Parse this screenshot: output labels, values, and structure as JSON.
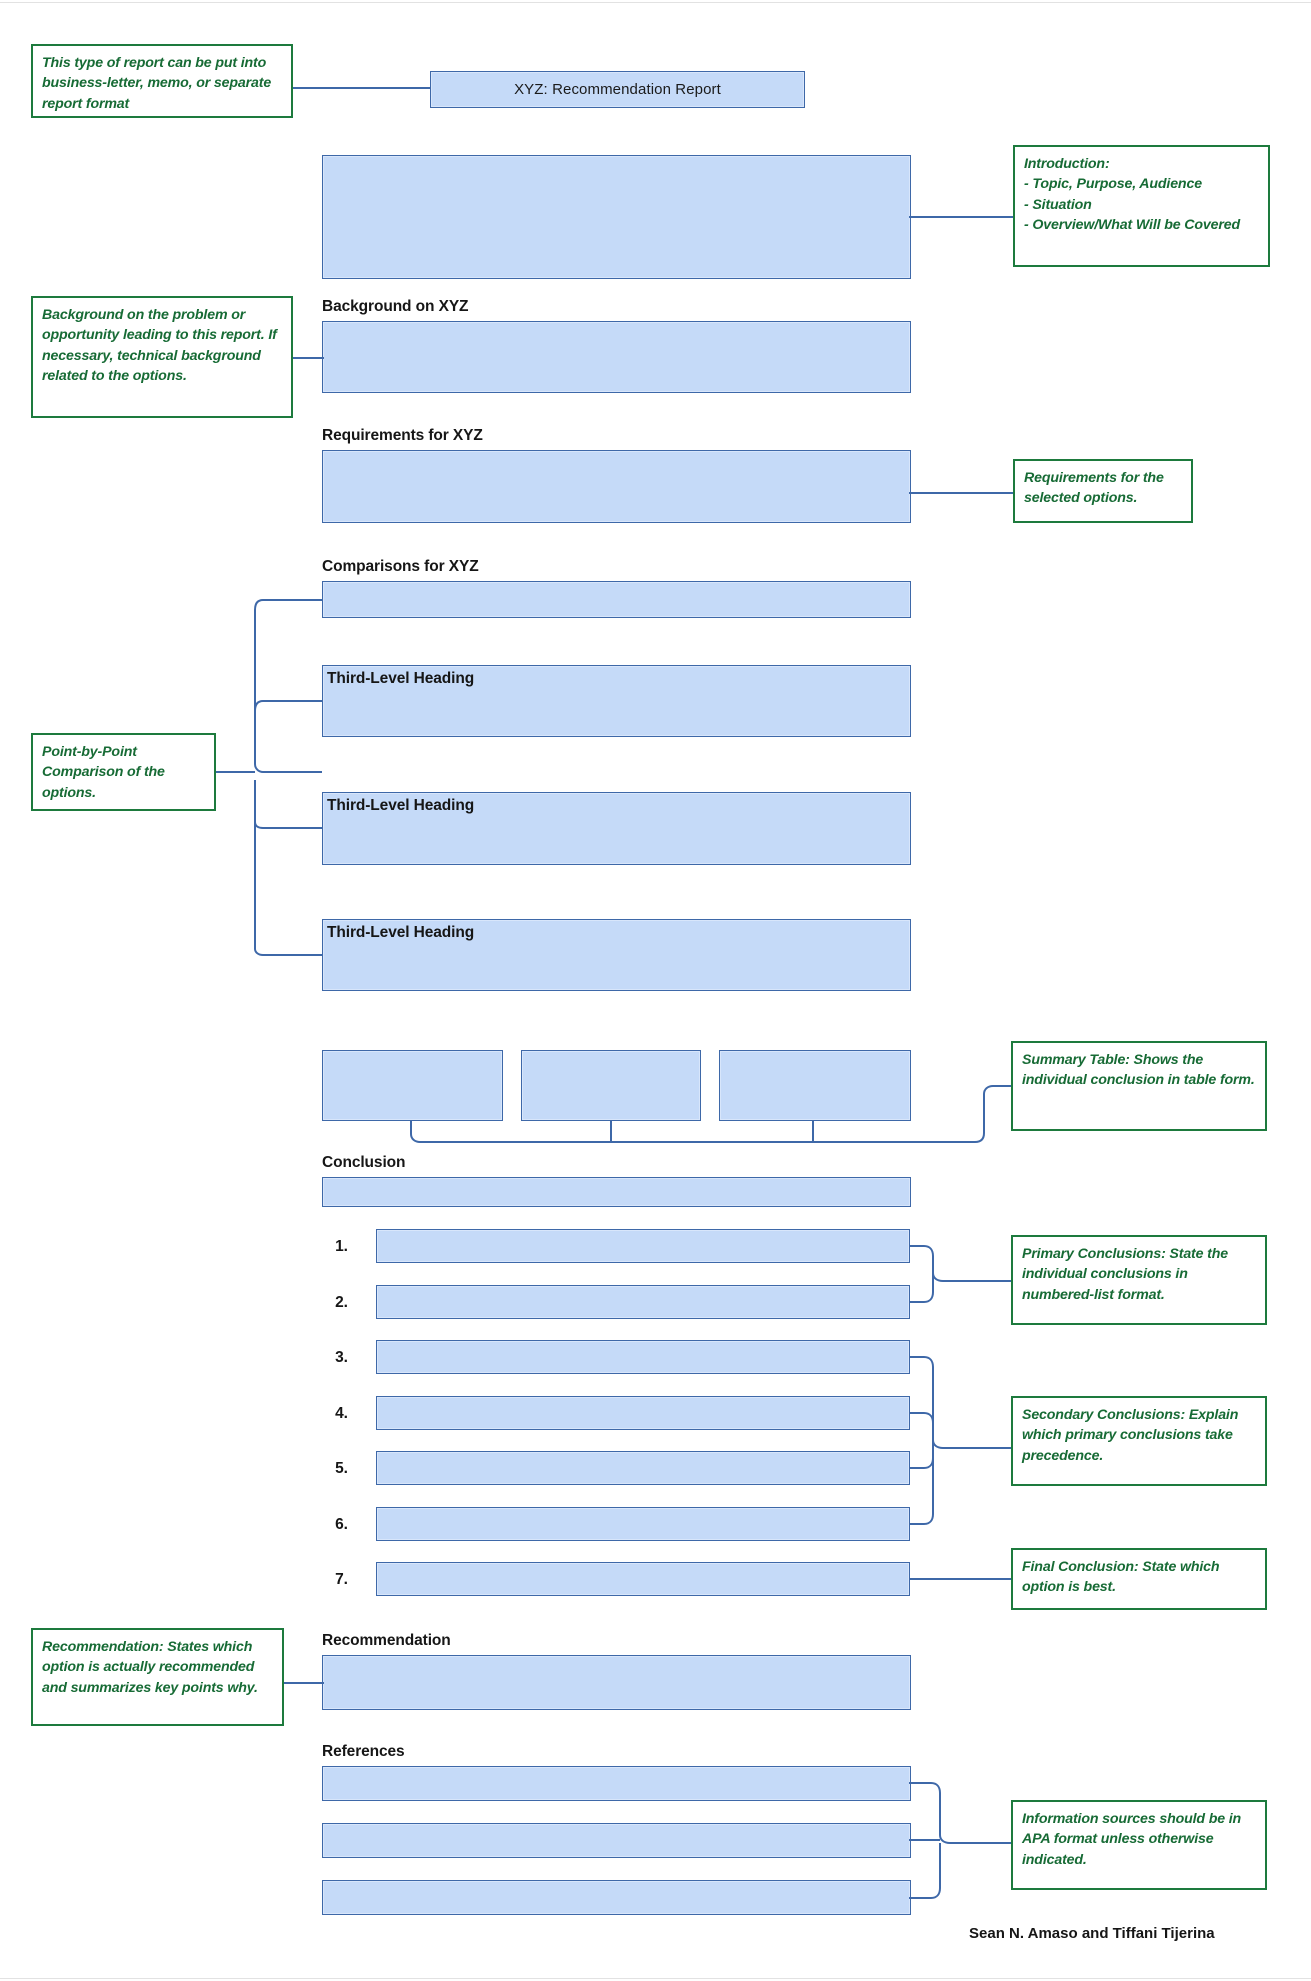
{
  "document": {
    "title": "XYZ: Recommendation Report",
    "credit": "Sean N. Amaso and Tiffani Tijerina"
  },
  "colors": {
    "box_fill": "#c5daf8",
    "box_border": "#3e68a8",
    "note_border": "#1d7a3d",
    "note_text": "#176b35",
    "heading_text": "#161616",
    "connector": "#3e68a8",
    "page_background": "#ffffff"
  },
  "sections": {
    "title_box": "XYZ: Recommendation Report",
    "introduction_heading": "",
    "background_heading": "Background on XYZ",
    "requirements_heading": "Requirements for XYZ",
    "comparisons_heading": "Comparisons for XYZ",
    "third_level_heading_1": "Third-Level Heading",
    "third_level_heading_2": "Third-Level Heading",
    "third_level_heading_3": "Third-Level Heading",
    "conclusion_heading": "Conclusion",
    "recommendation_heading": "Recommendation",
    "references_heading": "References"
  },
  "conclusion_list": [
    {
      "number": "1."
    },
    {
      "number": "2."
    },
    {
      "number": "3."
    },
    {
      "number": "4."
    },
    {
      "number": "5."
    },
    {
      "number": "6."
    },
    {
      "number": "7."
    }
  ],
  "notes": {
    "format": "This type of report can be put into business-letter, memo, or separate report format",
    "introduction": "Introduction:\n- Topic, Purpose, Audience\n- Situation\n- Overview/What Will be Covered",
    "background": "Background on the problem or opportunity leading to this report. If necessary, technical background related to the options.",
    "requirements": "Requirements for the selected options.",
    "comparison": "Point-by-Point Comparison of the options.",
    "summary_table": "Summary Table: Shows the individual conclusion in table form.",
    "primary_conclusions": "Primary Conclusions: State the individual conclusions in numbered-list format.",
    "secondary_conclusions": "Secondary Conclusions: Explain which primary conclusions take precedence.",
    "final_conclusion": "Final Conclusion: State which option is best.",
    "recommendation": "Recommendation: States which option is actually recommended and summarizes key points why.",
    "references": "Information sources should be in APA format unless otherwise indicated."
  }
}
